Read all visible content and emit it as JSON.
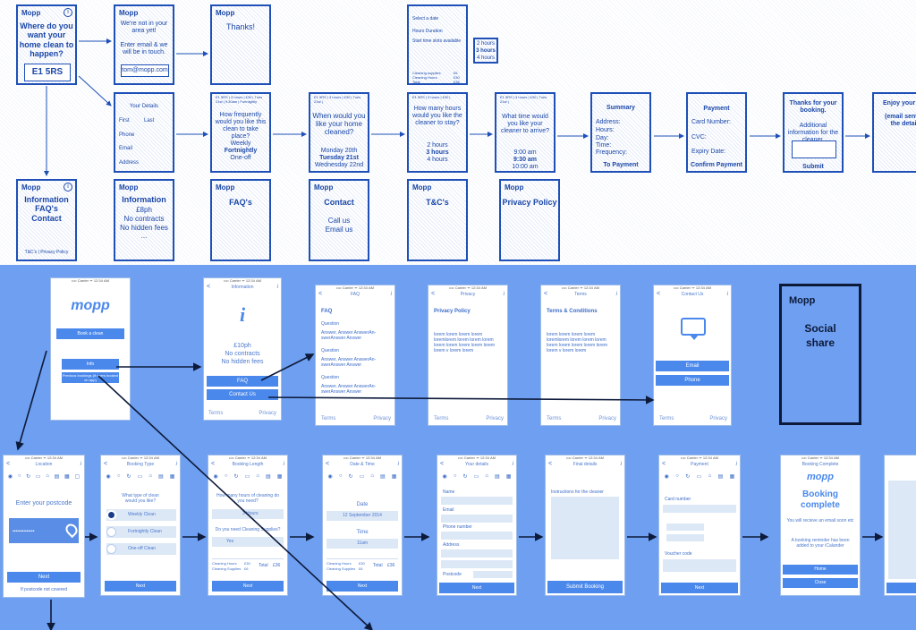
{
  "wireframes": {
    "w1": {
      "brand": "Mopp",
      "title": "Where do you want your home clean to happen?",
      "postcode": "E1 5RS"
    },
    "w2": {
      "brand": "Mopp",
      "line1": "We're not in your area yet!",
      "line2": "Enter email & we will be in touch.",
      "email": "tom@mopp.com"
    },
    "w3": {
      "brand": "Mopp",
      "text": "Thanks!"
    },
    "w4": {
      "l1": "Select a date",
      "l2": "Hours Duration",
      "l3": "Start time slots available",
      "s1": "Cleaning supplies",
      "s1v": "£6",
      "s2": "Cleaning Hours",
      "s2v": "£30",
      "s3": "Total",
      "s3v": "£36",
      "opt1": "2 hours",
      "opt2": "3 hours",
      "opt3": "4 hours"
    },
    "w5": {
      "title": "Your Details",
      "first": "First",
      "last": "Last",
      "phone": "Phone",
      "email": "Email",
      "address": "Address"
    },
    "w6": {
      "header": "E1 5RS | 3 hours | £30 | Tues 21st | 9:30am | Fortnightly",
      "question": "How frequently would you like this clean to take place?",
      "o1": "Weekly",
      "o2": "Fortnightly",
      "o3": "One-off"
    },
    "w7": {
      "header": "E1 5RS | 3 hours | £30 | Tues 21st |",
      "question": "When would you like your home cleaned?",
      "o1": "Monday 20th",
      "o2": "Tuesday 21st",
      "o3": "Wednesday 22nd"
    },
    "w8": {
      "header": "E1 5RS | 3 hours | £30 |",
      "question": "How many hours would you like the cleaner to stay?",
      "o1": "2 hours",
      "o2": "3 hours",
      "o3": "4 hours"
    },
    "w9": {
      "header": "E1 5RS | 3 hours | £30 | Tues 21st |",
      "question": "What time would you like your cleaner to arrive?",
      "o1": "9:00 am",
      "o2": "9:30 am",
      "o3": "10:00 am"
    },
    "w10": {
      "title": "Summary",
      "l1": "Address:",
      "l2": "Hours:",
      "l3": "Day:",
      "l4": "Time:",
      "l5": "Frequency:",
      "cta": "To Payment"
    },
    "w11": {
      "title": "Payment",
      "l1": "Card Number:",
      "l2": "CVC:",
      "l3": "Expiry Date:",
      "cta": "Confirm Payment"
    },
    "w12": {
      "title": "Thanks for your booking.",
      "sub": "Additional information for the cleaner.",
      "cta": "Submit"
    },
    "w13": {
      "title": "Enjoy your c",
      "sub": "(email sent w the detail"
    },
    "w14": {
      "brand": "Mopp",
      "title": "Information FAQ's Contact",
      "footer": "T&C's | Privacy Policy"
    },
    "w15": {
      "brand": "Mopp",
      "title": "Information",
      "l1": "£8ph",
      "l2": "No contracts",
      "l3": "No hidden fees",
      "l4": "..."
    },
    "w16": {
      "brand": "Mopp",
      "title": "FAQ's"
    },
    "w17": {
      "brand": "Mopp",
      "title": "Contact",
      "l1": "Call us",
      "l2": "Email us"
    },
    "w18": {
      "brand": "Mopp",
      "title": "T&C's"
    },
    "w19": {
      "brand": "Mopp",
      "title": "Privacy Policy"
    }
  },
  "phones": {
    "status": "•••• Carrier ᯤ 12:34 AM",
    "p1": {
      "logo": "mopp",
      "b1": "Book a clean",
      "b2": "Info",
      "b3": "Previous bookings (if users booked on app)"
    },
    "p2": {
      "nav": "Information",
      "title": "£10ph",
      "l2": "No contracts",
      "l3": "No hidden fees",
      "b1": "FAQ",
      "b2": "Contact Us",
      "f1": "Terms",
      "f2": "Privacy"
    },
    "p3": {
      "nav": "FAQ",
      "title": "FAQ",
      "q": "Question",
      "a": "Answer, Answer AnswerAn-swerAnswer Answer",
      "f1": "Terms",
      "f2": "Privacy"
    },
    "p4": {
      "nav": "Privacy",
      "title": "Privacy Policy",
      "body": "lorem lorem lorem lorem loremlorem lorem lorem lorem lorem lorem lorem lorem lorem lorem v lorem lorem",
      "f1": "Terms",
      "f2": "Privacy"
    },
    "p5": {
      "nav": "Terms",
      "title": "Terms & Conditions",
      "body": "lorem lorem lorem lorem loremlorem lorem lorem lorem lorem lorem lorem lorem lorem lorem v lorem lorem",
      "f1": "Terms",
      "f2": "Privacy"
    },
    "p6": {
      "nav": "Contact Us",
      "b1": "Email",
      "b2": "Phone",
      "f1": "Terms",
      "f2": "Privacy"
    },
    "social": {
      "brand": "Mopp",
      "title": "Social share"
    },
    "q1": {
      "nav": "Location",
      "label": "Enter your postcode",
      "input": "••••••••••••••",
      "btn": "Next",
      "note": "If postcode not covered"
    },
    "q2": {
      "nav": "Booking Type",
      "question": "What type of clean would you like?",
      "o1": "Weekly Clean",
      "o2": "Fortnightly Clean",
      "o3": "One-off Clean",
      "btn": "Next"
    },
    "q3": {
      "nav": "Booking Length",
      "q1": "How many hours of cleaning do you need?",
      "v1": "3 Hours",
      "q2": "Do you need Cleaning Supplies?",
      "v2": "Yes",
      "t1": "Cleaning Hours",
      "t1v": "£30",
      "t2": "Cleaning Supplies",
      "t2v": "£6",
      "total": "Total",
      "totalv": "£36",
      "btn": "Next"
    },
    "q4": {
      "nav": "Date & Time",
      "l1": "Date",
      "v1": "12 September 2014",
      "l2": "Time",
      "v2": "11am",
      "t1": "Cleaning Hours",
      "t1v": "£30",
      "t2": "Cleaning Supplies",
      "t2v": "£6",
      "total": "Total",
      "totalv": "£36",
      "btn": "Next"
    },
    "q5": {
      "nav": "Your details",
      "l1": "Name",
      "l2": "Email",
      "l3": "Phone number",
      "l4": "Address",
      "l5": "Postcode",
      "btn": "Next"
    },
    "q6": {
      "nav": "Final details",
      "label": "Instructions for the cleaner",
      "btn": "Submit Booking"
    },
    "q7": {
      "nav": "Payment",
      "l1": "Card number",
      "l2": "Voucher code",
      "btn": "Next"
    },
    "q8": {
      "nav": "Booking Complete",
      "logo": "mopp",
      "title": "Booking complete",
      "l1": "You will recieve an email soon etc",
      "l2": "A booking reminder has been added to your iCalander",
      "b1": "Home",
      "b2": "Close"
    }
  }
}
